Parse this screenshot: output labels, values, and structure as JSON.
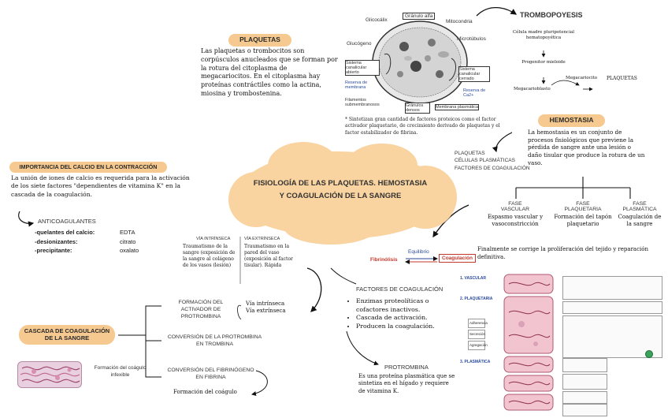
{
  "central": {
    "title_line1": "FISIOLOGÍA DE LAS PLAQUETAS. HEMOSTASIA",
    "title_line2": "Y COAGULACIÓN DE LA SANGRE"
  },
  "plaquetas": {
    "title": "PLAQUETAS",
    "text": "Las plaquetas o trombocitos son corpúsculos anucleados que se forman por la rotura del citoplasma de megacariocitos. En el citoplasma hay proteínas contráctiles como la actina, miosina y trombostenina.",
    "figure_labels": [
      "Glucógeno",
      "Glicocálix",
      "Gránulo alfa",
      "Mitocondria",
      "Microtúbulos",
      "Sistema canalicular abierto",
      "Reserva de membrana",
      "Filamentos submembranosos",
      "Gránulos densos",
      "Membrana plasmática",
      "Sistema canalicular cerrado",
      "Reserva de Ca2+"
    ],
    "note": "* Sintetizan gran cantidad de factores proteicos como el factor activador plaquetario, de crecimiento derivado de plaquetas y el factor estabilizador de fibrina."
  },
  "trombopoyesis": {
    "title": "TROMBOPOYESIS",
    "steps": [
      "Célula madre pluripotencial hematopoyética",
      "Progenitor mieloide",
      "Megacarioblasto",
      "Megacariocito",
      "PLAQUETAS"
    ]
  },
  "hemostasia": {
    "title": "HEMOSTASIA",
    "text": "La hemostasia es un conjunto de procesos fisiológicos que previene la pérdida de sangre ante una lesión o daño tisular que produce la rotura de un vaso.",
    "participants": [
      "PLAQUETAS",
      "CÉLULAS PLASMÁTICAS",
      "FACTORES DE COAGULACIÓN"
    ],
    "phases": [
      {
        "title": "FASE\nVASCULAR",
        "desc": "Espasmo vascular y vasoconstricción"
      },
      {
        "title": "FASE\nPLAQUETARIA",
        "desc": "Formación del tapón plaquetario"
      },
      {
        "title": "FASE\nPLASMÁTICA",
        "desc": "Coagulación de la sangre"
      }
    ],
    "final": "Finalmente se corrige la proliferación del tejido y reparación definitiva."
  },
  "equilibrio": {
    "label": "Equilibrio",
    "left": "Fibrinólisis",
    "right": "Coagulación"
  },
  "calcio": {
    "title": "IMPORTANCIA DEL CALCIO EN LA CONTRACCIÓN",
    "text": "La unión de iones de calcio es requerida para la activación de los siete factores \"dependientes de vitamina K\" en la cascada de la coagulación."
  },
  "anticoagulantes": {
    "title": "ANTICOAGULANTES",
    "items": [
      {
        "label": "-quelantes del calcio:",
        "value": "EDTA"
      },
      {
        "label": "-desionizantes:",
        "value": "citrato"
      },
      {
        "label": "-precipitante:",
        "value": "oxalato"
      }
    ]
  },
  "vias": {
    "intrinseca_title": "VÍA INTRÍNSECA",
    "intrinseca_text": "Traumatismo de la sangre (exposición de la sangre al colágeno de los vasos (lesión)",
    "extrinseca_title": "VÍA EXTRÍNSECA",
    "extrinseca_text": "Traumatismo en la pared del vaso (exposición al factor tisular). Rápida"
  },
  "cascada": {
    "title": "CASCADA DE COAGULACIÓN DE LA SANGRE",
    "steps": [
      "FORMACIÓN DEL ACTIVADOR DE PROTROMBINA",
      "CONVERSIÓN DE LA PROTROMBINA EN TROMBINA",
      "CONVERSIÓN DEL FIBRINÓGENO EN FIBRINA"
    ],
    "vias_list": [
      "Vía intrínseca",
      "Vía extrínseca"
    ],
    "fibrina_result": "Formación del coágulo",
    "clot_caption": "Formación del coágulo infexible"
  },
  "factores": {
    "title": "FACTORES DE COAGULACIÓN",
    "items": [
      "Enzimas proteolíticas o cofactores inactivos.",
      "Cascada de activación.",
      "Producen la coagulación."
    ]
  },
  "protrombina": {
    "title": "PROTROMBINA",
    "text": "Es una proteína plasmática que se sintetiza en el hígado y requiere de vitamina K."
  },
  "diagram_right": {
    "phases": [
      "1. VASCULAR",
      "2. PLAQUETARIA",
      "3. PLASMÁTICA"
    ],
    "left_boxes": [
      "Adherencia",
      "Secreción",
      "Agregación"
    ]
  },
  "colors": {
    "accent": "#f5c98f",
    "blob": "#f9d3a0",
    "blue": "#2b4a9b",
    "red": "#c0392b"
  }
}
